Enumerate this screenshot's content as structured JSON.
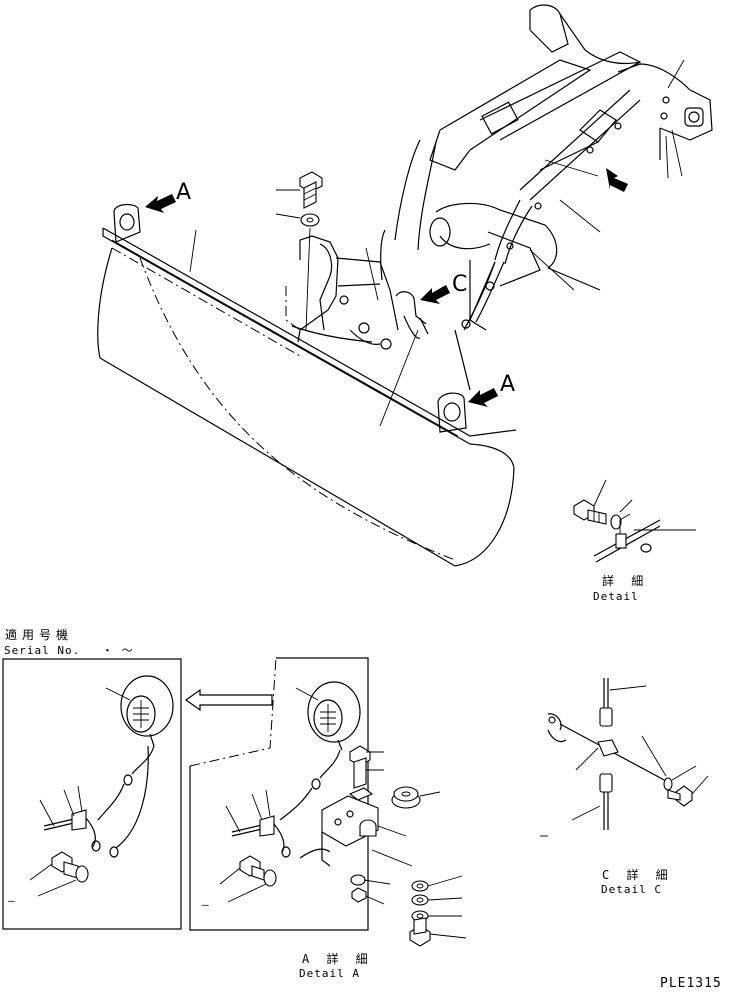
{
  "labels": {
    "view_a_top": "A",
    "view_a_bottom": "A",
    "view_c": "C",
    "detail_jp": "詳 細",
    "detail_en": "Detail",
    "serial_jp": "適用号機",
    "serial_en": "Serial No.",
    "serial_range": "・ ～",
    "detail_a_jp": "A 詳 細",
    "detail_a_en": "Detail A",
    "detail_c_jp": "C 詳 細",
    "detail_c_en": "Detail C",
    "drawing_code": "PLE1315",
    "dash_mark": "–"
  }
}
